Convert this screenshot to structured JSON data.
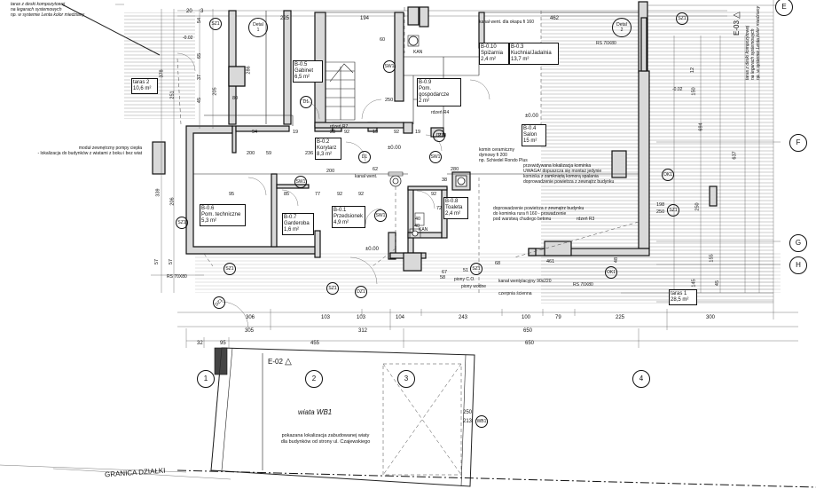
{
  "rooms": [
    {
      "code": "B-0.5",
      "name": "Gabinet",
      "area": "6,5 m²"
    },
    {
      "code": "B-0.10",
      "name": "Spiżarnia",
      "area": "2,4 m²"
    },
    {
      "code": "B-0.3",
      "name": "Kuchnia/Jadalnia",
      "area": "13,7 m²"
    },
    {
      "code": "B-0.9",
      "name": "Pom. gospodarcze",
      "area": "2 m²"
    },
    {
      "code": "B-0.4",
      "name": "Salon",
      "area": "15 m²"
    },
    {
      "code": "B-0.2",
      "name": "Korytarz",
      "area": "8,3 m²"
    },
    {
      "code": "B-0.6",
      "name": "Pom. techniczne",
      "area": "5,3 m²"
    },
    {
      "code": "B-0.7",
      "name": "Garderoba",
      "area": "1,6 m²"
    },
    {
      "code": "B-0.1",
      "name": "Przedsionek",
      "area": "4,9 m²"
    },
    {
      "code": "B-0.8",
      "name": "Toaleta",
      "area": "2,4 m²"
    }
  ],
  "terraces": [
    {
      "name": "taras 2",
      "area": "10,6 m²"
    },
    {
      "name": "taras 1",
      "area": "28,5 m²"
    }
  ],
  "notes": {
    "terrace_top_left": [
      "taras z deski kompozytowej",
      "na legarach systemowych",
      "np. w systemie Lenta kolor miedziany"
    ],
    "terrace_right": [
      "taras z deski kompozytowej",
      "na legarach systemowych",
      "np. w systemie Lenta kolor miedziany"
    ],
    "heat_pump": [
      "moduł zewnętrzny pompy ciepła",
      "- lokalizacja do budynków z wiatami z boku i bez wiat"
    ],
    "vent_channel": "kanał went. dla okapu fi 160",
    "fireplace": [
      "komin ceramiczny",
      "dymowy fi 200",
      "np. Schiedel Rondo Plus"
    ],
    "fireplace_loc": [
      "przewidywana lokalizacja kominka",
      "UWAGA! dopuszcza się montaż jedynie",
      "kominka z zamkniętą komorą spalania",
      "doprowadzenie powietrza z zewnątrz budynku"
    ],
    "air_supply": [
      "doprowadzenie powietrza z zewnątrz budynku",
      "do kominka rura fi 160 - prowadzenie",
      "pod warstwą chudego betonu"
    ],
    "vent_duct": "kanał wentylacyjny 90x220",
    "kan_went": "kanał went.",
    "pion_co": "piony C.O.",
    "pion_wod": "piony wodne",
    "czerpnia": "czerpnia ścienna",
    "rdzen_r3": "rdzeń R3",
    "rdzen_r4": "rdzeń R4",
    "rdzen_r7": "rdzeń R7",
    "rs_label": "RS 70X80",
    "kan": "KAN",
    "carport_title": "wiata WB1",
    "carport_note": [
      "pokazana lokalizacja zabudowanej wiaty",
      "dla budynków od strony ul. Czajewskiego"
    ],
    "boundary": "GRANICA DZIAŁKI",
    "detail1": [
      "Detal",
      "1"
    ],
    "detail2": [
      "Detal",
      "2"
    ]
  },
  "levels": {
    "zero": "±0.00",
    "minus_002": "-0.02",
    "minus_002b": "-0,02"
  },
  "grid_axes": {
    "right": [
      "E",
      "F",
      "G",
      "H"
    ],
    "bottom": [
      "1",
      "2",
      "3",
      "4"
    ]
  },
  "section_marks": {
    "e02": "E-02",
    "e03": "E-03"
  },
  "symbols": {
    "dz": [
      "DZ1",
      "DZ1"
    ],
    "sz": [
      "SZ1",
      "SZ1",
      "SZ1",
      "SZ1",
      "SZ1",
      "SZ1",
      "SZ1"
    ],
    "d": [
      "D1",
      "D1",
      "D1"
    ],
    "ok": [
      "OK1",
      "OK1"
    ],
    "sw": [
      "SW1",
      "SW1",
      "SW1",
      "SW1"
    ],
    "wb": "WB1"
  },
  "dims": {
    "top": [
      "225",
      "194",
      "462",
      "20",
      "3"
    ],
    "row1": [
      "306",
      "103",
      "103",
      "104",
      "243",
      "100",
      "79",
      "225",
      "300"
    ],
    "row2": [
      "305",
      "312",
      "650"
    ],
    "row3": [
      "32",
      "95",
      "455",
      "650"
    ],
    "interior": [
      "94",
      "19",
      "92",
      "19",
      "92",
      "19",
      "28",
      "95",
      "85",
      "92",
      "92",
      "92",
      "77",
      "40",
      "38",
      "72",
      "59",
      "67",
      "40",
      "51",
      "58",
      "200",
      "200",
      "270",
      "60",
      "80",
      "198",
      "250",
      "280",
      "250",
      "461",
      "68",
      "236",
      "62"
    ],
    "vertical": [
      "378",
      "339",
      "251",
      "206",
      "286",
      "65",
      "37",
      "57",
      "57",
      "54",
      "205",
      "45",
      "150",
      "12",
      "694",
      "637",
      "155",
      "145",
      "45",
      "48",
      "250",
      "250",
      "213"
    ]
  }
}
